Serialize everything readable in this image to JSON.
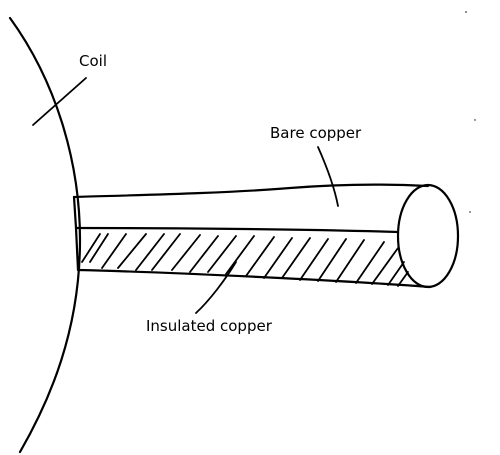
{
  "diagram": {
    "labels": {
      "coil": "Coil",
      "bare_copper": "Bare copper",
      "insulated_copper": "Insulated copper"
    },
    "colors": {
      "ink": "#000000",
      "background": "#ffffff"
    }
  }
}
